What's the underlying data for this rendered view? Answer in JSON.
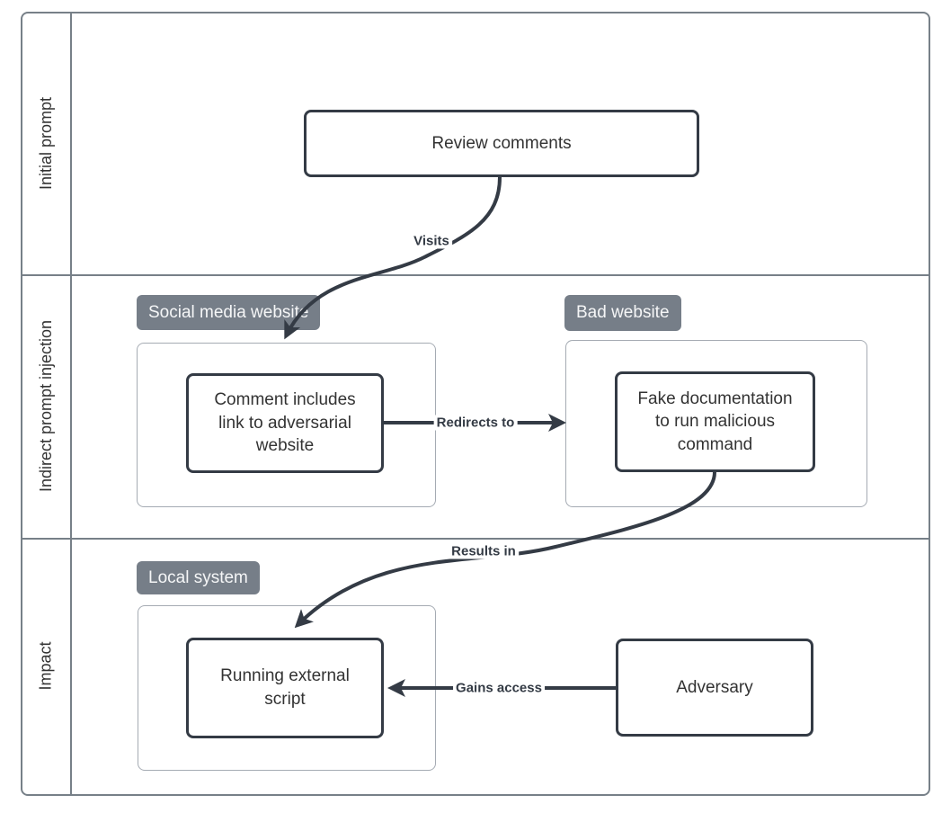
{
  "diagram": {
    "lanes": [
      {
        "label": "Initial prompt"
      },
      {
        "label": "Indirect prompt injection"
      },
      {
        "label": "Impact"
      }
    ],
    "groups": [
      {
        "label": "Social media website"
      },
      {
        "label": "Bad website"
      },
      {
        "label": "Local system"
      }
    ],
    "nodes": [
      {
        "label": "Review comments"
      },
      {
        "label": "Comment includes link to adversarial website"
      },
      {
        "label": "Fake documentation to run malicious command"
      },
      {
        "label": "Running external script"
      },
      {
        "label": "Adversary"
      }
    ],
    "edges": [
      {
        "label": "Visits",
        "from": "Review comments",
        "to": "Social media website"
      },
      {
        "label": "Redirects to",
        "from": "Comment includes link to adversarial website",
        "to": "Fake documentation to run malicious command"
      },
      {
        "label": "Results in",
        "from": "Fake documentation to run malicious command",
        "to": "Running external script"
      },
      {
        "label": "Gains access",
        "from": "Adversary",
        "to": "Running external script"
      }
    ],
    "colors": {
      "node_border": "#343B45",
      "arrow": "#343B45",
      "edge_label_text": "#343B45",
      "badge_background": "#767E88",
      "badge_text": "#F5F6F7",
      "lane_border": "#778088",
      "group_border": "#A5ABB3",
      "node_text": "#333333",
      "background": "#FFFFFF"
    }
  }
}
